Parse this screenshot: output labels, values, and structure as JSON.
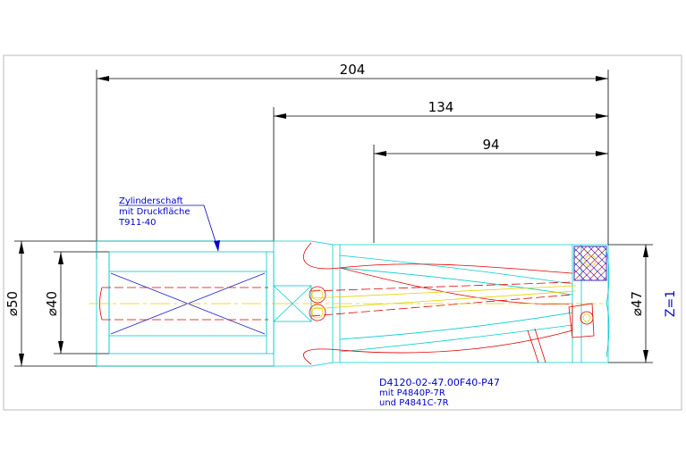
{
  "dimensions": {
    "overall_length": "204",
    "length_134": "134",
    "length_94": "94",
    "diameter_shank": "⌀50",
    "diameter_shank_inner": "⌀40",
    "diameter_head": "⌀47",
    "flutes": "Z=1"
  },
  "notes": {
    "shank_line1": "Zylinderschaft",
    "shank_line2": "mit Druckfläche",
    "shank_line3": "T911-40",
    "part_line1": "D4120-02-47.00F40-P47",
    "part_line2": "mit P4840P-7R",
    "part_line3": "und P4841C-7R"
  },
  "colors": {
    "dimension": "#000000",
    "outline": "#00cccc",
    "hidden": "#e00000",
    "note": "#0000cc",
    "centerline": "#e8d000"
  }
}
